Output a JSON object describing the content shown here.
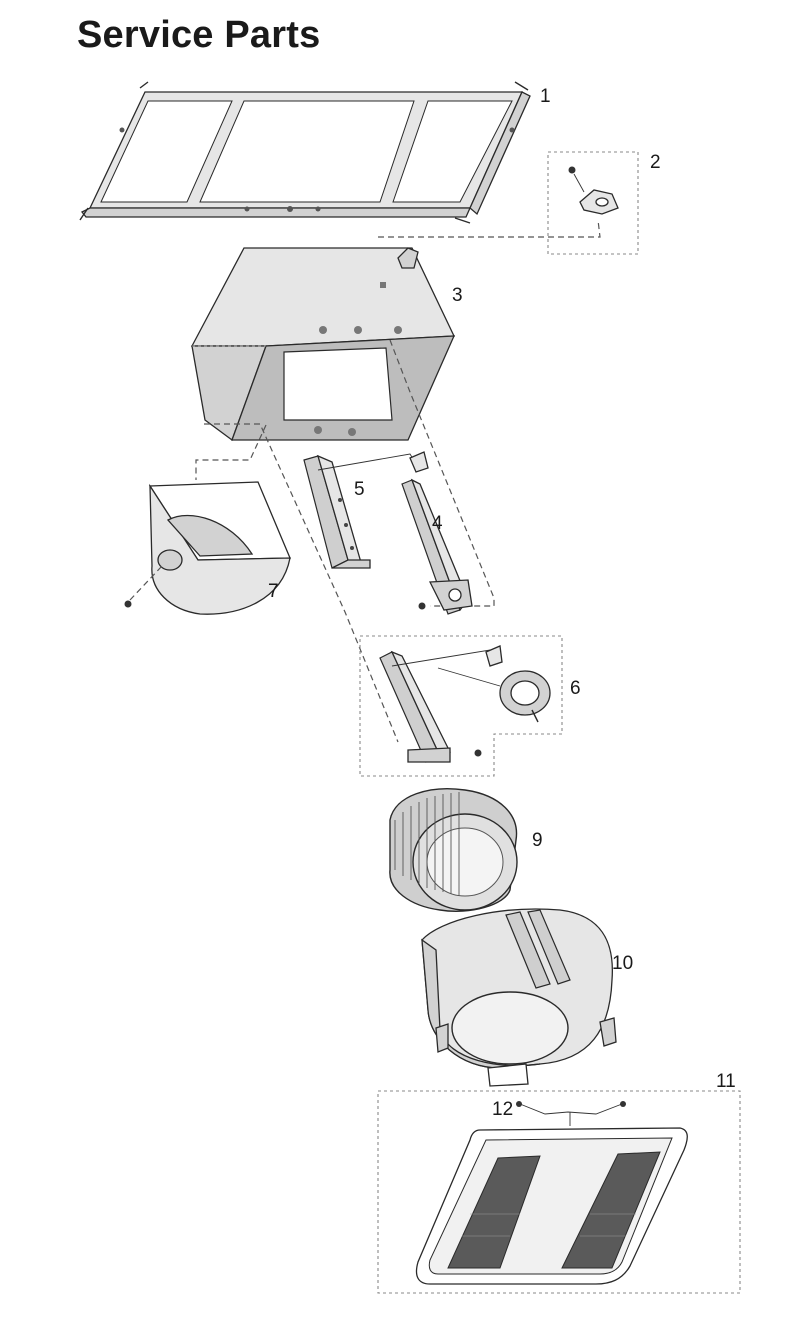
{
  "title": "Service Parts",
  "parts": [
    {
      "number": "1",
      "icon": "mounting-frame-icon"
    },
    {
      "number": "2",
      "icon": "bracket-clip-icon"
    },
    {
      "number": "3",
      "icon": "housing-box-icon"
    },
    {
      "number": "4",
      "icon": "motor-bracket-icon"
    },
    {
      "number": "5",
      "icon": "wiring-bracket-icon"
    },
    {
      "number": "6",
      "icon": "motor-assembly-icon"
    },
    {
      "number": "7",
      "icon": "damper-duct-icon"
    },
    {
      "number": "9",
      "icon": "blower-wheel-icon"
    },
    {
      "number": "10",
      "icon": "blower-scroll-icon"
    },
    {
      "number": "11",
      "icon": "grille-icon"
    },
    {
      "number": "12",
      "icon": "grille-spring-icon"
    }
  ]
}
